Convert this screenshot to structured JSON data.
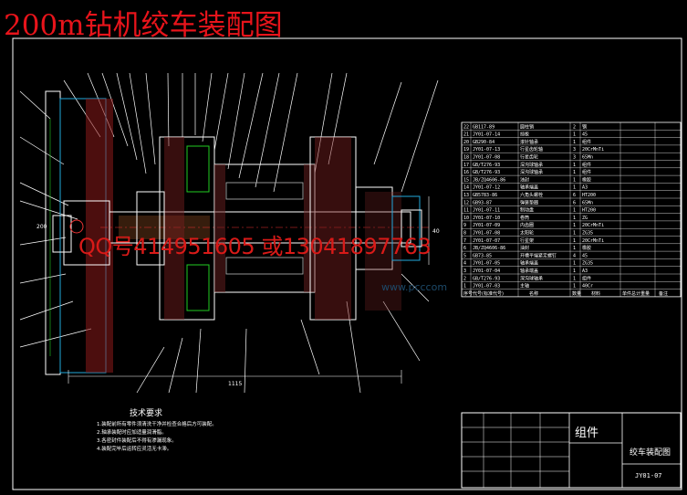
{
  "title": "200m钻机绞车装配图",
  "watermark": "QQ号414951605 或13041897763",
  "watermark_site": "www.pcccom",
  "tech_requirements": {
    "heading": "技术要求",
    "lines": [
      "1.装配前所有零件须清洗干净并检查合格后方可装配。",
      "2.轴承装配时应加适量润滑脂。",
      "3.各密封件装配后不得有渗漏现象。",
      "4.装配完毕后运转应灵活无卡滞。"
    ]
  },
  "dims": {
    "overall": "1115",
    "left": "200",
    "height": "40"
  },
  "bom": {
    "rows": [
      {
        "no": "22",
        "code": "GB117-89",
        "name": "圆柱销",
        "qty": "2",
        "mat": "钢"
      },
      {
        "no": "21",
        "code": "JY01-07-14",
        "name": "挡板",
        "qty": "1",
        "mat": "45"
      },
      {
        "no": "20",
        "code": "GB290-84",
        "name": "滚针轴承",
        "qty": "1",
        "mat": "组件"
      },
      {
        "no": "19",
        "code": "JY01-07-13",
        "name": "行星齿轮轴",
        "qty": "3",
        "mat": "20CrMnTi"
      },
      {
        "no": "18",
        "code": "JY01-07-08",
        "name": "行星齿轮",
        "qty": "3",
        "mat": "65Mn"
      },
      {
        "no": "17",
        "code": "GB/T276-93",
        "name": "深沟球轴承",
        "qty": "1",
        "mat": "组件"
      },
      {
        "no": "16",
        "code": "GB/T276-93",
        "name": "深沟球轴承",
        "qty": "1",
        "mat": "组件"
      },
      {
        "no": "15",
        "code": "JB/ZQ4606-86",
        "name": "油封",
        "qty": "1",
        "mat": "橡胶"
      },
      {
        "no": "14",
        "code": "JY01-07-12",
        "name": "轴承端盖",
        "qty": "1",
        "mat": "A3"
      },
      {
        "no": "13",
        "code": "GB5783-86",
        "name": "六角头螺栓",
        "qty": "6",
        "mat": "HT200"
      },
      {
        "no": "12",
        "code": "GB93-87",
        "name": "弹簧垫圈",
        "qty": "6",
        "mat": "65Mn"
      },
      {
        "no": "11",
        "code": "JY01-07-11",
        "name": "制动盘",
        "qty": "1",
        "mat": "HT200"
      },
      {
        "no": "10",
        "code": "JY01-07-10",
        "name": "卷筒",
        "qty": "1",
        "mat": "ZG"
      },
      {
        "no": "9",
        "code": "JY01-07-09",
        "name": "内齿圈",
        "qty": "1",
        "mat": "20CrMnTi"
      },
      {
        "no": "8",
        "code": "JY01-07-08",
        "name": "太阳轮",
        "qty": "1",
        "mat": "ZG35"
      },
      {
        "no": "7",
        "code": "JY01-07-07",
        "name": "行星架",
        "qty": "1",
        "mat": "20CrMnTi"
      },
      {
        "no": "6",
        "code": "JB/ZQ4606-86",
        "name": "油封",
        "qty": "1",
        "mat": "橡胶"
      },
      {
        "no": "5",
        "code": "GB73-85",
        "name": "开槽平端紧定螺钉",
        "qty": "4",
        "mat": "45"
      },
      {
        "no": "4",
        "code": "JY01-07-05",
        "name": "轴承端盖",
        "qty": "1",
        "mat": "ZG35"
      },
      {
        "no": "3",
        "code": "JY01-07-04",
        "name": "轴承端盖",
        "qty": "1",
        "mat": "A3"
      },
      {
        "no": "2",
        "code": "GB/T276-93",
        "name": "深沟球轴承",
        "qty": "1",
        "mat": "组件"
      },
      {
        "no": "1",
        "code": "JY01-07-03",
        "name": "主轴",
        "qty": "1",
        "mat": "40Cr"
      }
    ],
    "header": {
      "no": "序号",
      "code": "代号(标准代号)",
      "name": "名称",
      "qty": "数量",
      "mat": "材料",
      "weight": "单件总计重量",
      "note": "备注"
    },
    "title_block": {
      "part_type": "组件",
      "drawing_name": "绞车装配图",
      "drawing_no": "JY01-07"
    }
  }
}
